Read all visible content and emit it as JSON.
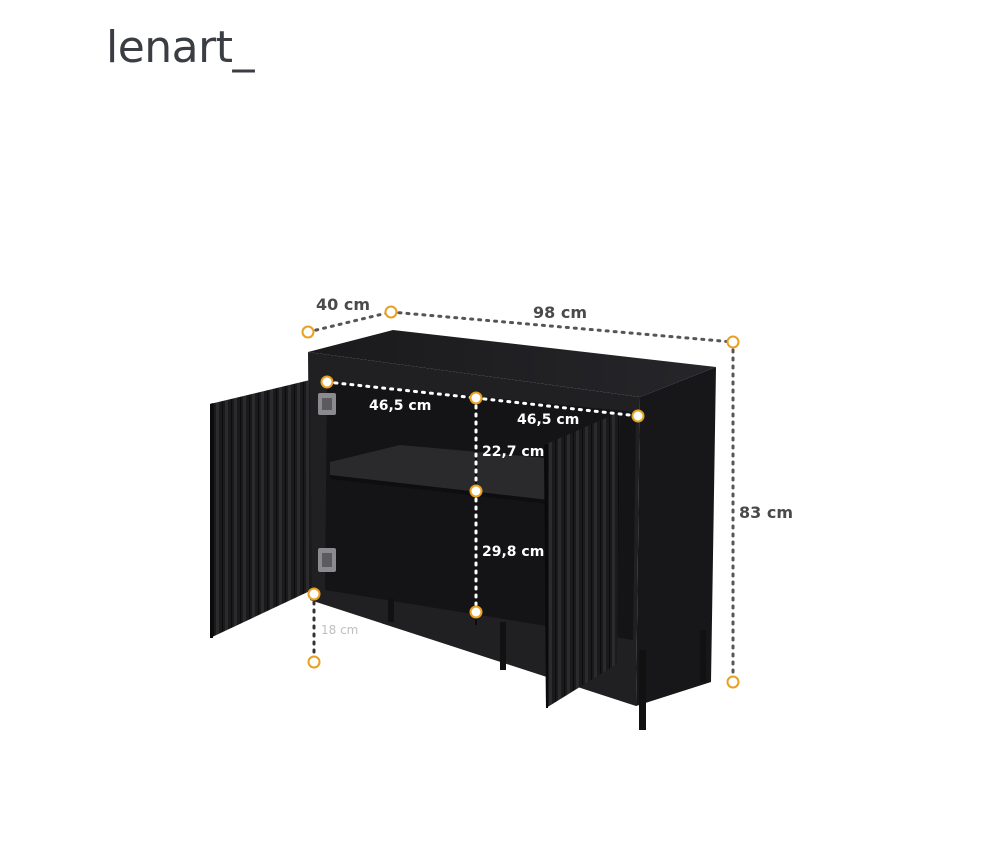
{
  "brand": {
    "name": "lenart",
    "mark": "_"
  },
  "dimensions": {
    "depth": "40 cm",
    "width": "98 cm",
    "height": "83 cm",
    "inner_width_left": "46,5 cm",
    "inner_width_right": "46,5 cm",
    "upper_compartment": "22,7 cm",
    "lower_compartment": "29,8 cm",
    "leg_height": "18 cm"
  },
  "colors": {
    "marker": "#e8a020",
    "dotted_line": "#555555",
    "cabinet": "#1c1c1e"
  }
}
